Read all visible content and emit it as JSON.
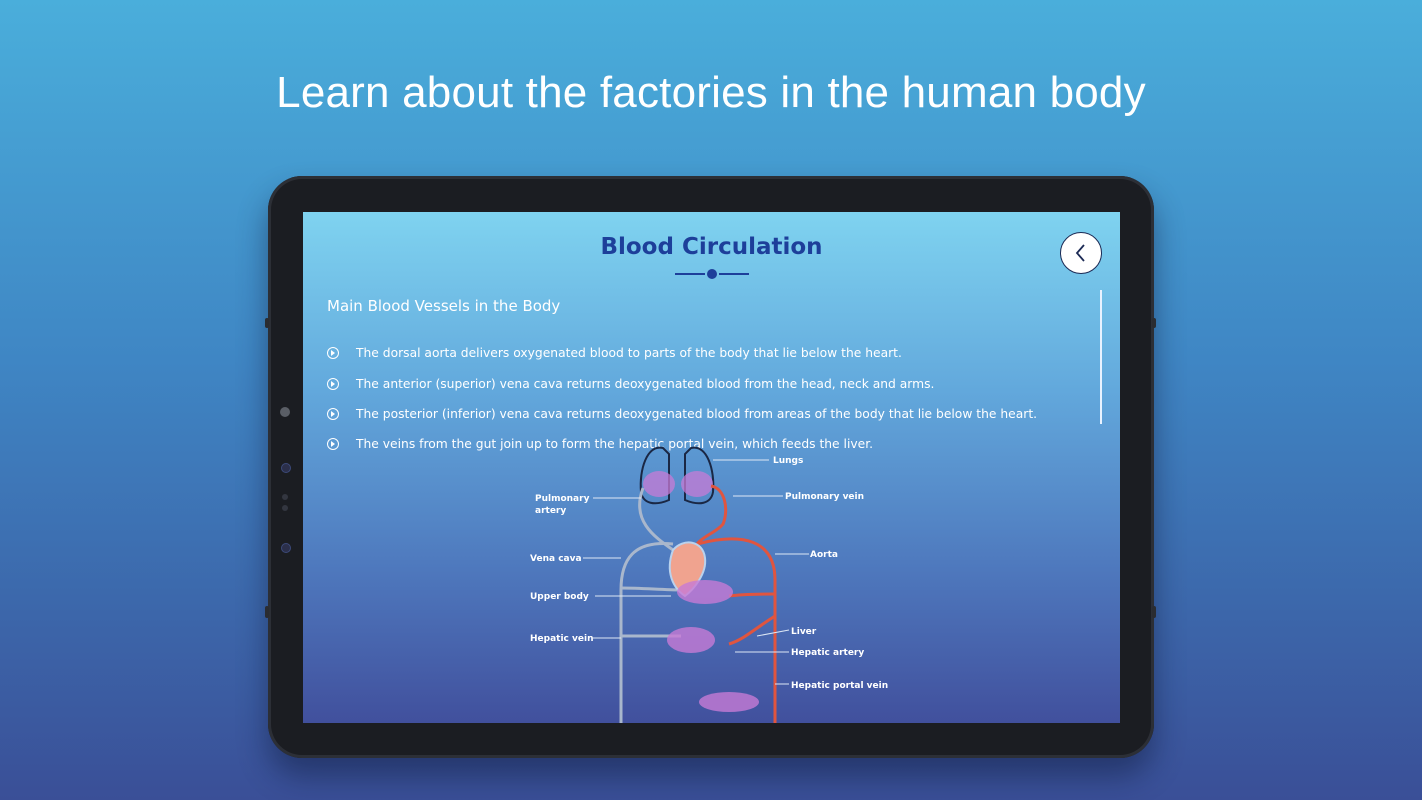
{
  "page": {
    "headline": "Learn about the factories in the human body"
  },
  "screen": {
    "title": "Blood Circulation",
    "back_icon": "chevron-left-icon",
    "section_heading": "Main Blood Vessels in the Body",
    "bullets": [
      "The dorsal aorta delivers oxygenated blood to parts of the body that lie below the heart.",
      "The anterior (superior) vena cava returns deoxygenated blood from the head, neck and arms.",
      "The posterior (inferior) vena cava returns deoxygenated blood from areas of the body that lie below the heart.",
      "The veins from the gut join up to form the hepatic portal vein, which feeds the liver."
    ],
    "diagram_labels": {
      "lungs": "Lungs",
      "pulmonary_artery_1": "Pulmonary",
      "pulmonary_artery_2": "artery",
      "pulmonary_vein": "Pulmonary vein",
      "vena_cava": "Vena cava",
      "aorta": "Aorta",
      "upper_body": "Upper body",
      "liver": "Liver",
      "hepatic_artery": "Hepatic artery",
      "hepatic_vein": "Hepatic vein",
      "hepatic_portal_vein": "Hepatic portal vein"
    }
  },
  "colors": {
    "title": "#1d3f9a",
    "artery": "#e0553f",
    "vein": "#a9b7cc",
    "capillary": "#c77bd6"
  }
}
